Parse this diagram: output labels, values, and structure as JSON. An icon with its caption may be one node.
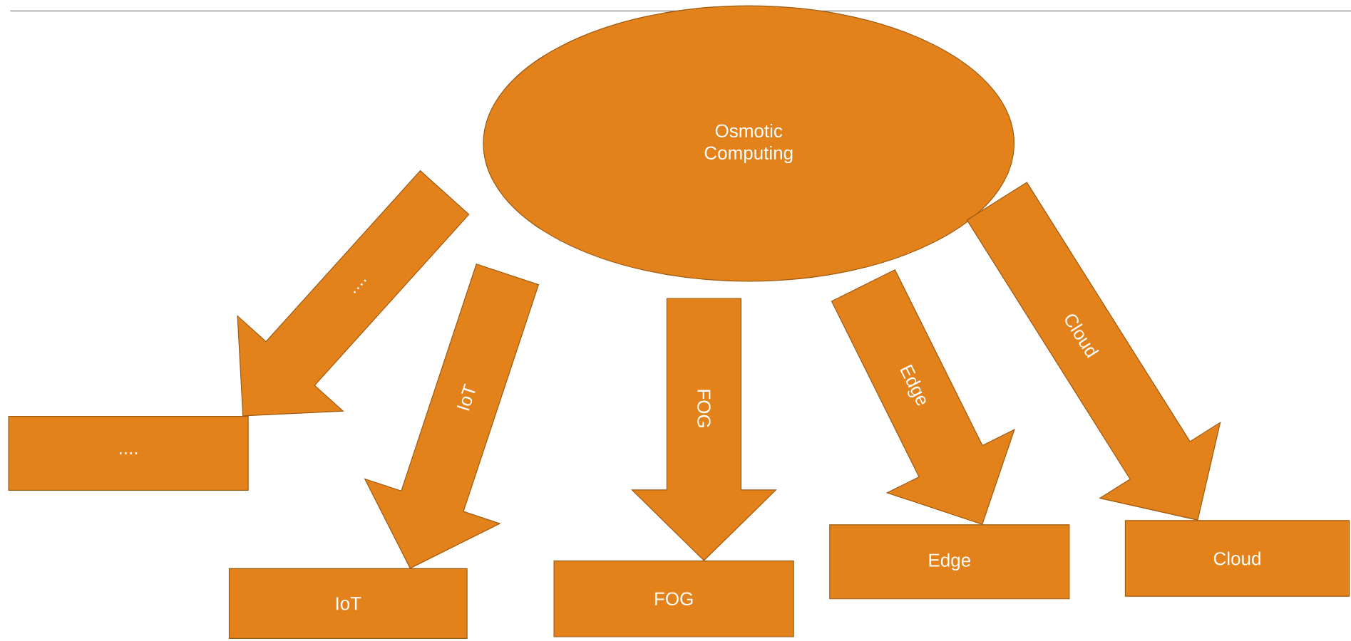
{
  "diagram": {
    "nodes": [
      {
        "text": [
          "Osmotic Computing"
        ]
      },
      {
        "text": [
          "...."
        ]
      },
      {
        "text": [
          "IoT"
        ]
      },
      {
        "text": [
          "FOG"
        ]
      },
      {
        "text": [
          "Edge"
        ]
      },
      {
        "text": [
          "Cloud"
        ]
      }
    ],
    "edges": [
      {
        "from": 0,
        "to": 1,
        "arrow": "to",
        "label": "...."
      },
      {
        "from": 0,
        "to": 2,
        "arrow": "to",
        "label": "IoT"
      },
      {
        "from": 0,
        "to": 3,
        "arrow": "to",
        "label": "FOG"
      },
      {
        "from": 0,
        "to": 4,
        "arrow": "to",
        "label": "Edge"
      },
      {
        "from": 0,
        "to": 5,
        "arrow": "to",
        "label": "Cloud"
      }
    ]
  }
}
